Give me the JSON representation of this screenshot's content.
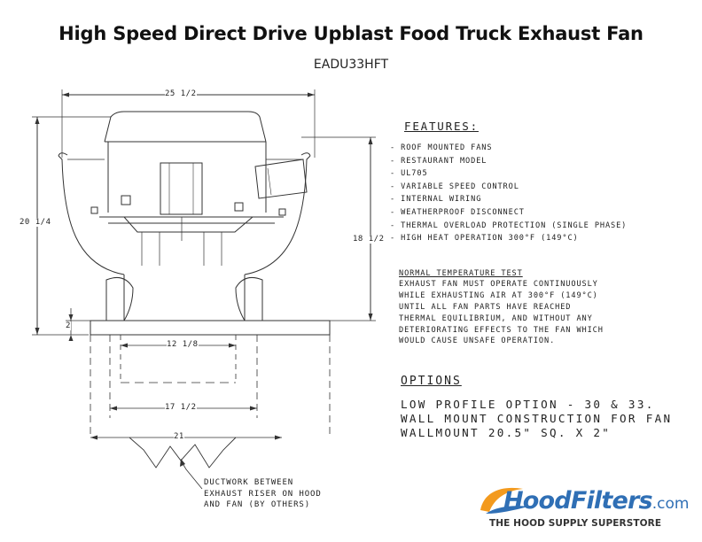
{
  "title": "High Speed Direct Drive Upblast Food Truck Exhaust Fan",
  "model": "EADU33HFT",
  "features": {
    "heading": "FEATURES:",
    "items": [
      "ROOF MOUNTED FANS",
      "RESTAURANT MODEL",
      "UL705",
      "VARIABLE SPEED CONTROL",
      "INTERNAL WIRING",
      "WEATHERPROOF DISCONNECT",
      "THERMAL OVERLOAD PROTECTION (SINGLE PHASE)",
      "HIGH HEAT OPERATION 300°F (149°C)"
    ]
  },
  "temperature_test": {
    "heading": "NORMAL TEMPERATURE TEST",
    "lines": [
      "EXHAUST FAN MUST OPERATE CONTINUOUSLY",
      "WHILE EXHAUSTING AIR AT 300°F (149°C)",
      "UNTIL ALL FAN PARTS HAVE REACHED",
      "THERMAL EQUILIBRIUM, AND WITHOUT ANY",
      "DETERIORATING EFFECTS TO THE FAN WHICH",
      "WOULD CAUSE UNSAFE OPERATION."
    ]
  },
  "options": {
    "heading": "OPTIONS",
    "lines": [
      "LOW PROFILE OPTION - 30 & 33.",
      "WALL MOUNT CONSTRUCTION FOR FAN",
      "WALLMOUNT 20.5\" SQ. X 2\""
    ]
  },
  "dimensions": {
    "overall_width": "25 1/2",
    "overall_height": "20 1/4",
    "height_to_curb": "18 1/2",
    "curb_height": "2",
    "inner_width": "12 1/8",
    "duct_width": "17 1/2",
    "curb_outer_width": "21"
  },
  "ductwork_note": [
    "DUCTWORK BETWEEN",
    "EXHAUST RISER ON HOOD",
    "AND FAN (BY OTHERS)"
  ],
  "logo": {
    "name": "HoodFilters",
    "suffix": ".com",
    "tagline": "THE HOOD SUPPLY SUPERSTORE",
    "colors": {
      "primary": "#2f6fb5",
      "accent": "#f39a1e"
    }
  }
}
